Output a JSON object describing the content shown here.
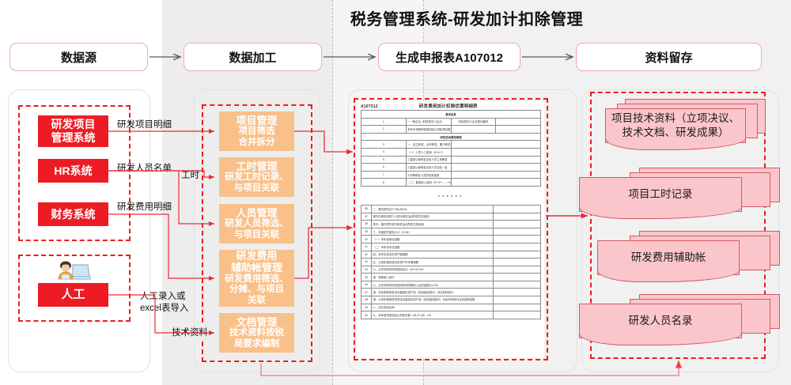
{
  "header": {
    "title": "税务管理系统-研发加计扣除管理",
    "stages": [
      {
        "label": "数据源"
      },
      {
        "label": "数据加工"
      },
      {
        "label": "生成申报表A107012"
      },
      {
        "label": "资料留存"
      }
    ]
  },
  "colors": {
    "red": "#ed1c24",
    "dashed_red": "#ef1c1c",
    "orange": "#f9c08a",
    "pink": "#fbc6cb",
    "pink_border": "#d05a63",
    "panel_border": "#e2e2e2",
    "band_gray": "#f1f1f1",
    "header_box_border": "#f3a8ae"
  },
  "sources": {
    "systems": [
      {
        "label": "研发项目\n管理系统",
        "line1": "研发项目",
        "line2": "管理系统"
      },
      {
        "label": "HR系统"
      },
      {
        "label": "财务系统"
      }
    ],
    "manual": {
      "label": "人工",
      "icon": "person-computer-icon"
    }
  },
  "connector_labels": [
    {
      "text": "研发项目明细"
    },
    {
      "text": "研发人员名单"
    },
    {
      "text": "研发费用明细"
    },
    {
      "text": "工时"
    },
    {
      "text": "人工录入或"
    },
    {
      "text": "excel表导入"
    },
    {
      "text": "技术资料"
    }
  ],
  "modules": [
    {
      "title": "项目管理",
      "sub": [
        "项目筛选",
        "合并拆分"
      ]
    },
    {
      "title": "工时管理",
      "sub": [
        "研发工时记录、",
        "与项目关联"
      ]
    },
    {
      "title": "人员管理",
      "sub": [
        "研发人员筛选、",
        "与项目关联"
      ]
    },
    {
      "title": "研发费用",
      "title2": "辅助帐管理",
      "sub": [
        "研发费用筛选、",
        "分摊、与项目",
        "关联"
      ]
    },
    {
      "title": "文档管理",
      "sub": [
        "技术资料按税",
        "局要求编制"
      ]
    }
  ],
  "form": {
    "code": "A107012",
    "title": "研发费用加计扣除优惠明细表",
    "section1": "基本信息",
    "section2": "研发活动费用明细",
    "dots": "······",
    "rows_top": [
      {
        "num": "1",
        "text": "□ 一般企业      □科技型中小企业",
        "val": "科技型中小企业登记编号",
        "val2": ""
      },
      {
        "num": "2",
        "text": "本年可享受研发费用加计扣除项目数量",
        "val": "",
        "val2": ""
      }
    ],
    "rows_mid": [
      {
        "num": "3",
        "text": "一、自主研发、合作研发、集中研发（4+17+20+24+35）",
        "val": ""
      },
      {
        "num": "4",
        "text": "（一）人员人工费用（5+6+7）",
        "val": ""
      },
      {
        "num": "5",
        "text": "1.直接从事研发活动人员工资薪金",
        "val": ""
      },
      {
        "num": "6",
        "text": "2.直接从事研发活动人员五险一金",
        "val": ""
      },
      {
        "num": "7",
        "text": "3.外聘研发人员的劳务费用",
        "val": ""
      },
      {
        "num": "8",
        "text": "（二）直接投入费用（9+10+……+16）",
        "val": ""
      }
    ],
    "rows_bottom": [
      {
        "num": "36",
        "text": "二、委托研究[(37+38)×80%]",
        "val": ""
      },
      {
        "num": "37",
        "text": "委托外部机构或个人进行研发活动所发生的费用",
        "val": ""
      },
      {
        "num": "38",
        "text": "其中：委托境外进行研发活动所发生的费用",
        "val": ""
      },
      {
        "num": "39",
        "text": "三、年度研究费用小计（3+36）",
        "val": ""
      },
      {
        "num": "40",
        "text": "（一）本年费用化金额",
        "val": ""
      },
      {
        "num": "41",
        "text": "（二）本年资本化金额",
        "val": ""
      },
      {
        "num": "42",
        "text": "四、本年形成无形资产摊销额",
        "val": ""
      },
      {
        "num": "43",
        "text": "五、以前年度形成无形资产本年摊销额",
        "val": ""
      },
      {
        "num": "44",
        "text": "六、允许扣除的研发费用合计（40+42+43）",
        "val": ""
      },
      {
        "num": "45",
        "text": "减：特殊收入部分",
        "val": ""
      },
      {
        "num": "46",
        "text": "七、允许扣除的研发费用扣减特殊收入后的金额(44-45)",
        "val": ""
      },
      {
        "num": "47",
        "text": "减：当年销售研发活动直接形成产品（包括组成部分）对应材料部分",
        "val": ""
      },
      {
        "num": "48",
        "text": "减：以前年度销售研发活动直接形成产品（包括组成部分）对应材料部分当年结转金额",
        "val": ""
      },
      {
        "num": "49",
        "text": "八、加计扣除比例",
        "val": ""
      },
      {
        "num": "50",
        "text": "九、本年研发费用加计扣除总额（46-47-48）×49",
        "val": ""
      }
    ]
  },
  "archive": {
    "stacks": [
      {
        "lines": [
          "项目技术资料（立项决议、",
          "技术文档、研发成果）"
        ]
      },
      {
        "lines": [
          "项目工时记录"
        ]
      },
      {
        "lines": [
          "研发费用辅助帐"
        ]
      },
      {
        "lines": [
          "研发人员名录"
        ]
      }
    ]
  }
}
